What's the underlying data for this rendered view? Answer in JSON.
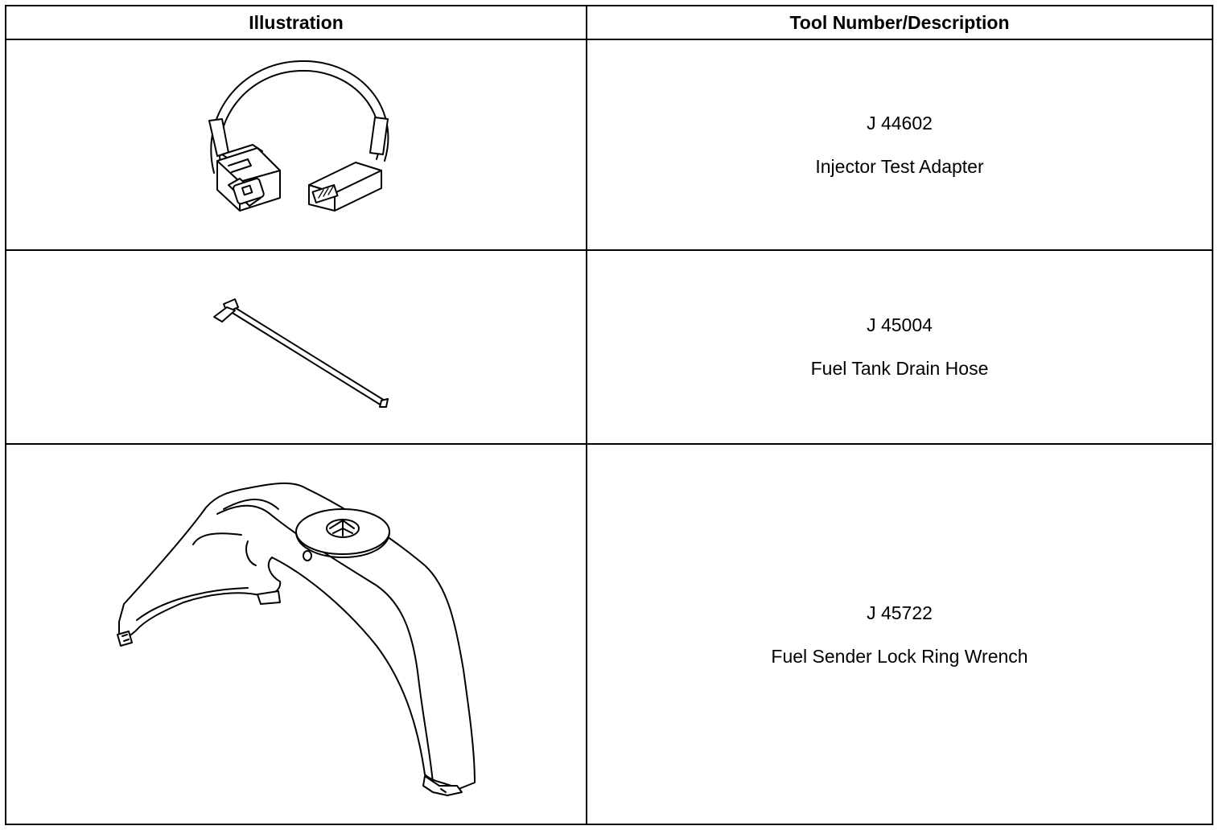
{
  "table": {
    "headers": {
      "illustration": "Illustration",
      "tool": "Tool Number/Description"
    },
    "rows": [
      {
        "tool_number": "J 44602",
        "description": "Injector Test Adapter",
        "illustration_icon": "injector-test-adapter-icon"
      },
      {
        "tool_number": "J 45004",
        "description": "Fuel Tank Drain Hose",
        "illustration_icon": "fuel-tank-drain-hose-icon"
      },
      {
        "tool_number": "J 45722",
        "description": "Fuel Sender Lock Ring Wrench",
        "illustration_icon": "lock-ring-wrench-icon"
      }
    ]
  }
}
